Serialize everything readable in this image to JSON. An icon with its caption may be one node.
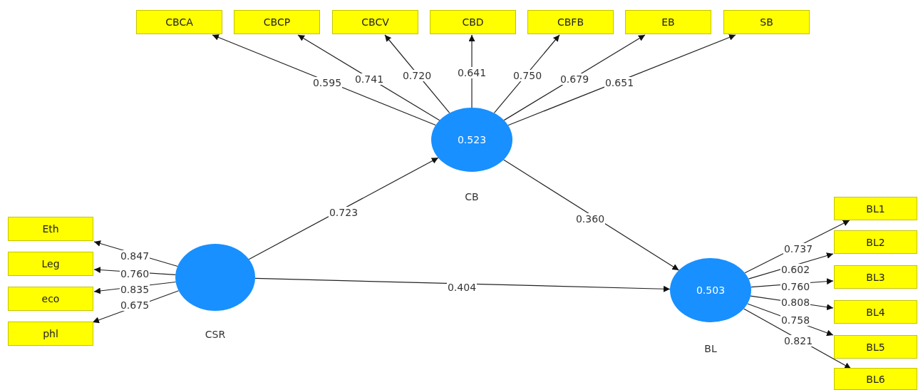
{
  "diagram": {
    "nodes": [
      {
        "text": [
          "CBCA"
        ]
      },
      {
        "text": [
          "CBCP"
        ]
      },
      {
        "text": [
          "CBCV"
        ]
      },
      {
        "text": [
          "CBD"
        ]
      },
      {
        "text": [
          "CBFB"
        ]
      },
      {
        "text": [
          "EB"
        ]
      },
      {
        "text": [
          "SB"
        ]
      },
      {
        "text": [
          "0.523"
        ],
        "beside": [
          "CB"
        ]
      },
      {
        "text": [
          "Eth"
        ]
      },
      {
        "text": [
          "Leg"
        ]
      },
      {
        "text": [
          "eco"
        ]
      },
      {
        "text": [
          "phl"
        ]
      },
      {
        "text": [],
        "shape": "circle",
        "beside": [
          "CSR"
        ]
      },
      {
        "text": [
          "0.503"
        ],
        "beside": [
          "BL"
        ]
      },
      {
        "text": [
          "BL1"
        ]
      },
      {
        "text": [
          "BL2"
        ]
      },
      {
        "text": [
          "BL3"
        ]
      },
      {
        "text": [
          "BL4"
        ]
      },
      {
        "text": [
          "BL5"
        ]
      },
      {
        "text": [
          "BL6"
        ]
      }
    ],
    "edges": [
      {
        "from": 7,
        "to": 0,
        "arrow": "to",
        "label": "0.595"
      },
      {
        "from": 7,
        "to": 1,
        "arrow": "to",
        "label": "0.741"
      },
      {
        "from": 7,
        "to": 2,
        "arrow": "to",
        "label": "0.720"
      },
      {
        "from": 7,
        "to": 3,
        "arrow": "to",
        "label": "0.641"
      },
      {
        "from": 7,
        "to": 4,
        "arrow": "to",
        "label": "0.750"
      },
      {
        "from": 7,
        "to": 5,
        "arrow": "to",
        "label": "0.679"
      },
      {
        "from": 7,
        "to": 6,
        "arrow": "to",
        "label": "0.651"
      },
      {
        "from": 12,
        "to": 7,
        "arrow": "to",
        "label": "0.723"
      },
      {
        "from": 7,
        "to": 13,
        "arrow": "to",
        "label": "0.360"
      },
      {
        "from": 12,
        "to": 13,
        "arrow": "to",
        "label": "0.404"
      },
      {
        "from": 12,
        "to": 8,
        "arrow": "to",
        "label": "0.847"
      },
      {
        "from": 12,
        "to": 9,
        "arrow": "to",
        "label": "0.760"
      },
      {
        "from": 12,
        "to": 10,
        "arrow": "to",
        "label": "0.835"
      },
      {
        "from": 12,
        "to": 11,
        "arrow": "to",
        "label": "0.675"
      },
      {
        "from": 13,
        "to": 14,
        "arrow": "to",
        "label": "0.737"
      },
      {
        "from": 13,
        "to": 15,
        "arrow": "to",
        "label": "0.602"
      },
      {
        "from": 13,
        "to": 16,
        "arrow": "to",
        "label": "0.760"
      },
      {
        "from": 13,
        "to": 17,
        "arrow": "to",
        "label": "0.808"
      },
      {
        "from": 13,
        "to": 18,
        "arrow": "to",
        "label": "0.758"
      },
      {
        "from": 13,
        "to": 19,
        "arrow": "to",
        "label": "0.821"
      }
    ]
  }
}
